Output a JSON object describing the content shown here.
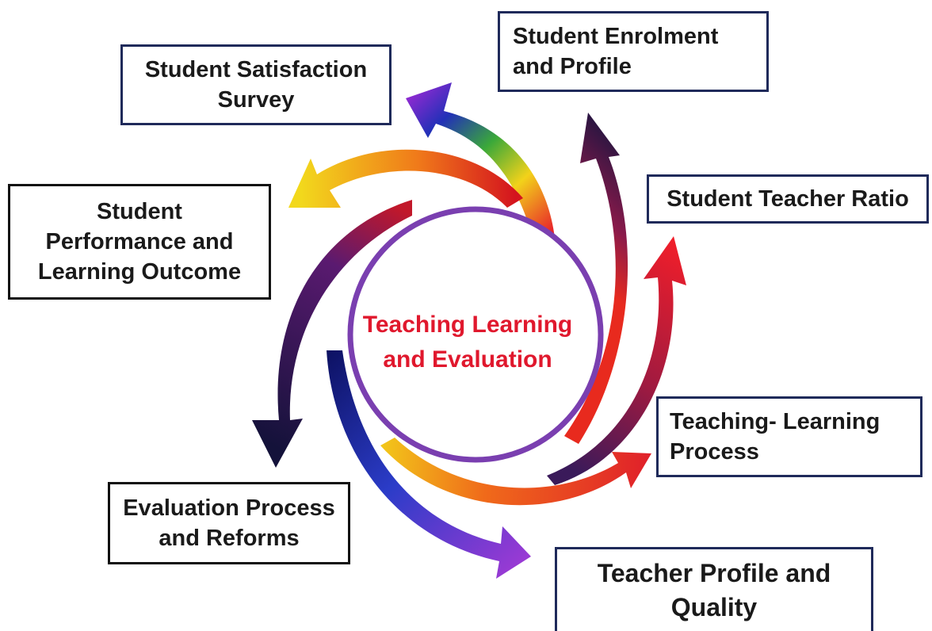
{
  "center": {
    "label": "Teaching Learning\nand Evaluation",
    "text_color": "#e0182d",
    "ring_color": "#7a3fb0"
  },
  "nodes": [
    {
      "id": "student-satisfaction-survey",
      "label": "Student Satisfaction\nSurvey",
      "border": "navy"
    },
    {
      "id": "student-enrolment-and-profile",
      "label": "Student Enrolment\nand Profile",
      "border": "navy"
    },
    {
      "id": "student-teacher-ratio",
      "label": "Student Teacher Ratio",
      "border": "navy"
    },
    {
      "id": "student-performance-and-learning-outcome",
      "label": "Student\nPerformance and\nLearning Outcome",
      "border": "black"
    },
    {
      "id": "teaching-learning-process",
      "label": "Teaching- Learning\nProcess",
      "border": "navy"
    },
    {
      "id": "evaluation-process-and-reforms",
      "label": "Evaluation Process\nand Reforms",
      "border": "black"
    },
    {
      "id": "teacher-profile-and-quality",
      "label": "Teacher Profile and\nQuality",
      "border": "navy"
    }
  ],
  "colors": {
    "navy_border": "#1f2a5a",
    "black_border": "#111111",
    "arrow_red": "#e8202a",
    "arrow_orange": "#f07a1a",
    "arrow_yellow": "#f2d21a",
    "arrow_green": "#3aa83a",
    "arrow_blue": "#2230b8",
    "arrow_purple": "#6a2aa8",
    "arrow_dark": "#1a1440"
  }
}
